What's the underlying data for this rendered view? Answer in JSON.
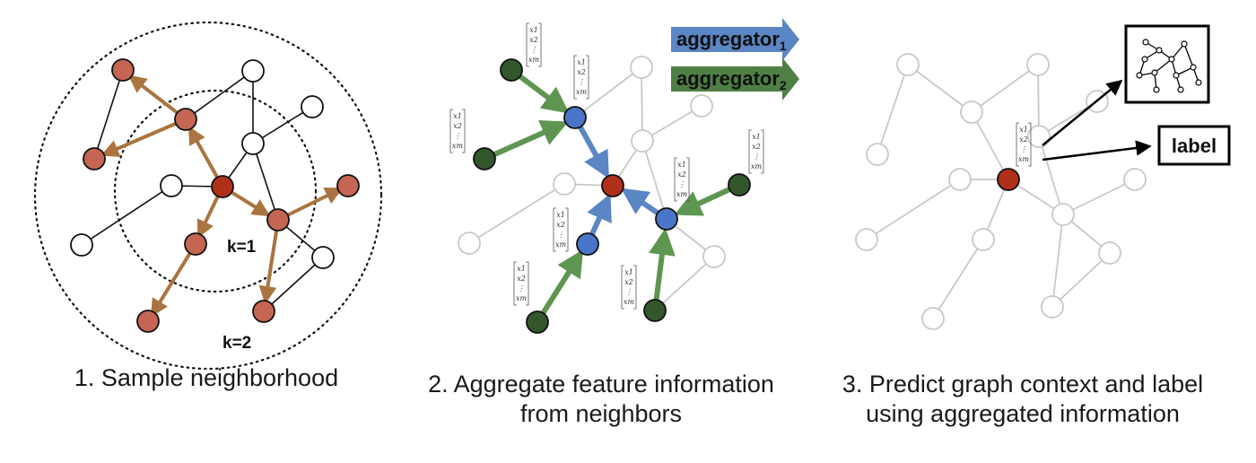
{
  "panels": [
    {
      "caption_lines": [
        "1. Sample neighborhood"
      ],
      "labels": {
        "k1": "k=1",
        "k2": "k=2"
      }
    },
    {
      "caption_lines": [
        "2. Aggregate feature information",
        "from neighbors"
      ],
      "aggregators": [
        {
          "base": "aggregator",
          "sub": "1",
          "color": "#5b86c4"
        },
        {
          "base": "aggregator",
          "sub": "2",
          "color": "#4f7f45"
        }
      ]
    },
    {
      "caption_lines": [
        "3. Predict graph context and label",
        "using aggregated information"
      ],
      "output_label": "label"
    }
  ],
  "feature_vector": [
    "x1",
    "x2",
    "⋮",
    "xm"
  ],
  "colors": {
    "target_node": "#b0301a",
    "sampled_node": "#c56553",
    "aggregated_node": "#4a75c8",
    "leaf_node": "#33562d",
    "edge_sample": "#a9743f",
    "edge_agg1": "#5b86c4",
    "edge_agg2": "#5e9550",
    "faded": "#c8c8c8"
  }
}
